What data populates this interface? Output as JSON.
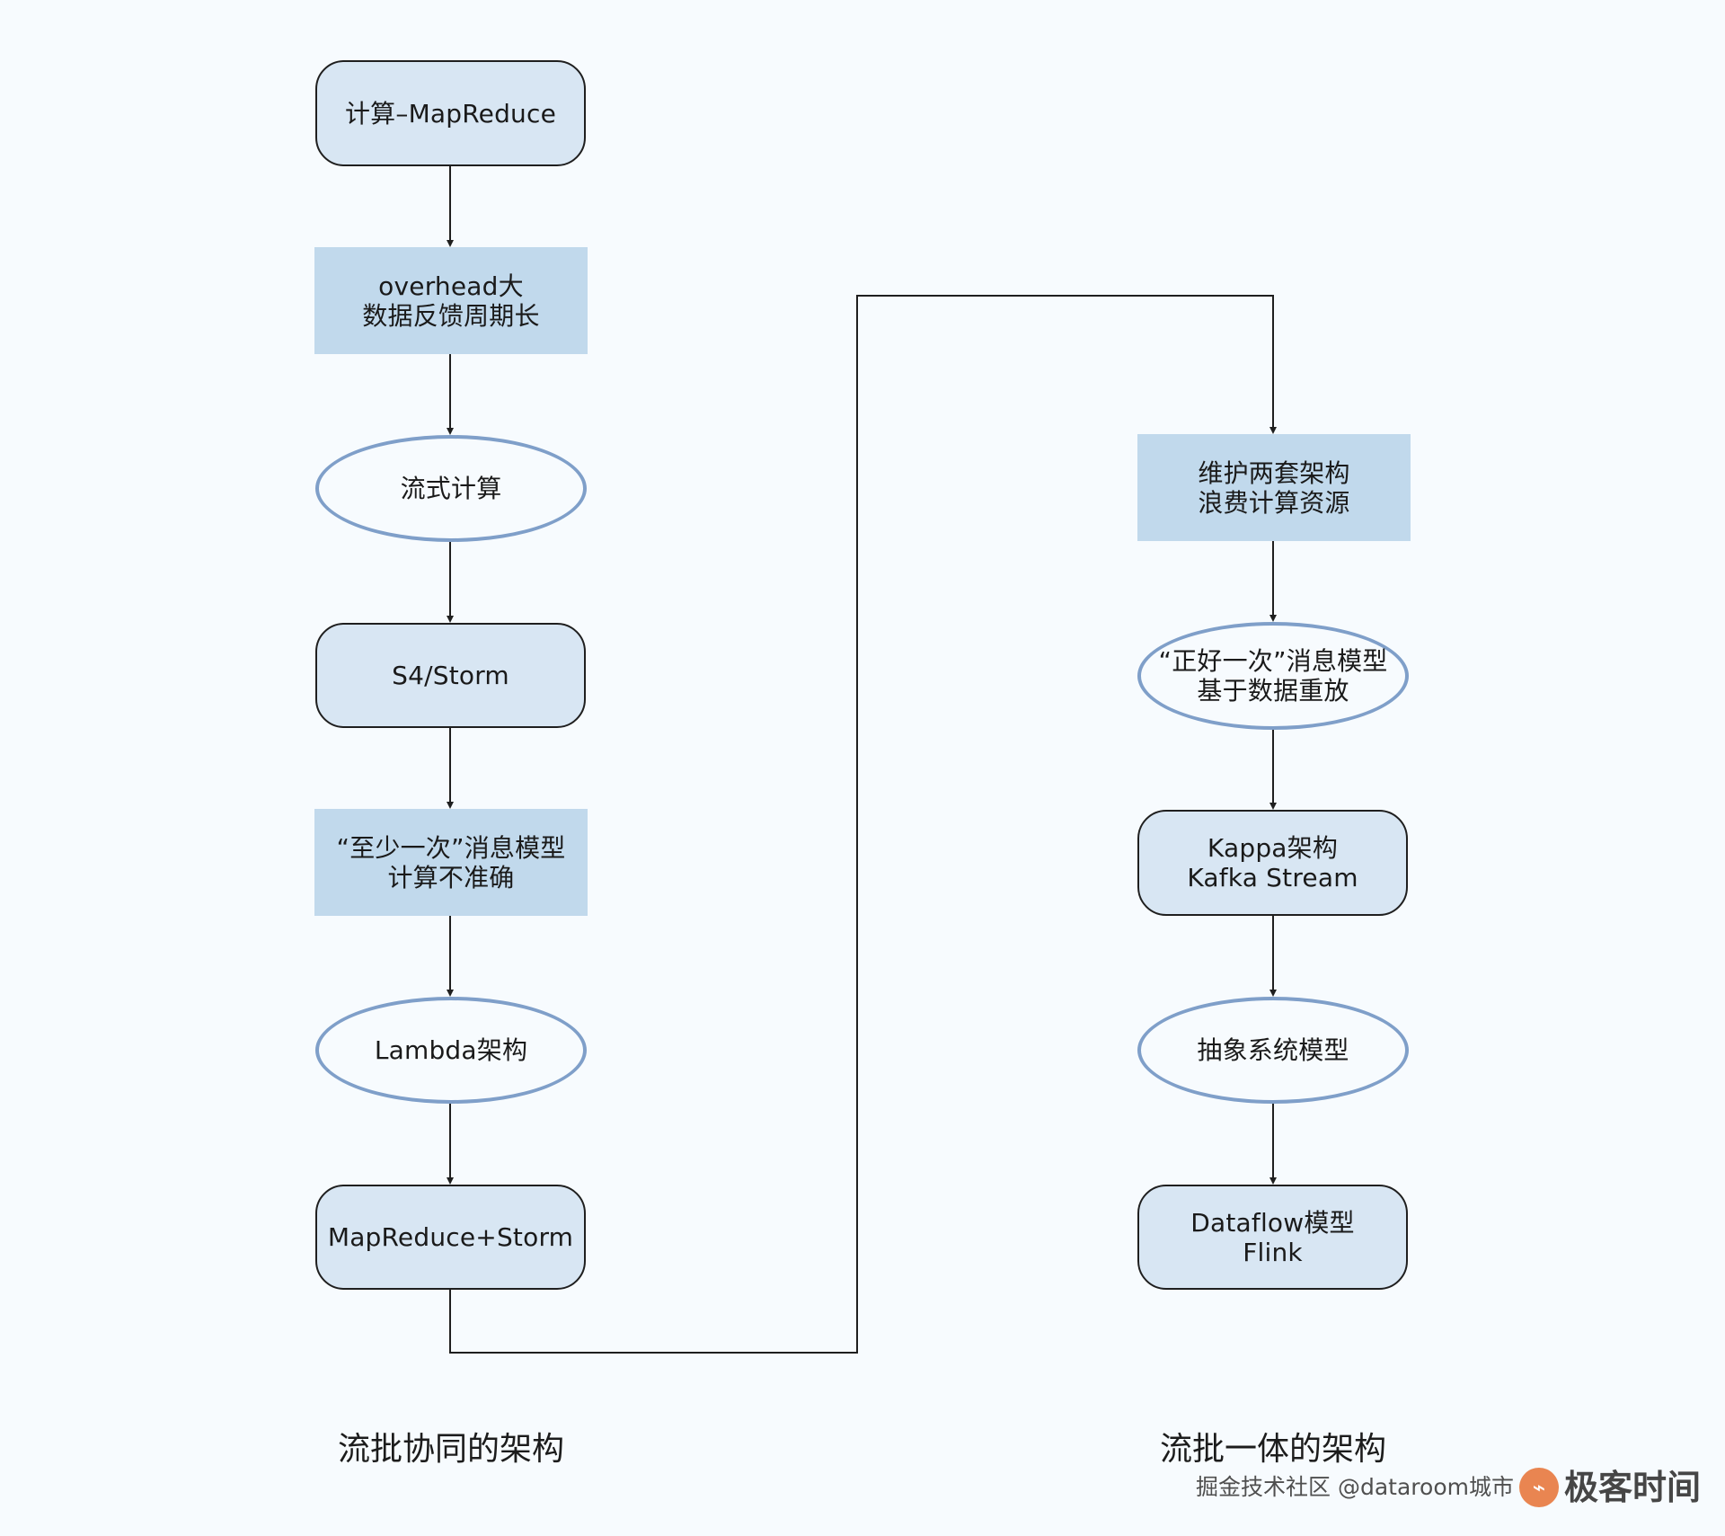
{
  "diagram": {
    "left_column": {
      "caption": "流批协同的架构",
      "nodes": [
        {
          "lines": [
            "计算–MapReduce"
          ]
        },
        {
          "lines": [
            "overhead大",
            "数据反馈周期长"
          ]
        },
        {
          "lines": [
            "流式计算"
          ]
        },
        {
          "lines": [
            "S4/Storm"
          ]
        },
        {
          "lines": [
            "“至少一次”消息模型",
            "计算不准确"
          ]
        },
        {
          "lines": [
            "Lambda架构"
          ]
        },
        {
          "lines": [
            "MapReduce+Storm"
          ]
        }
      ]
    },
    "right_column": {
      "caption": "流批一体的架构",
      "nodes": [
        {
          "lines": [
            "维护两套架构",
            "浪费计算资源"
          ]
        },
        {
          "lines": [
            "“正好一次”消息模型",
            "基于数据重放"
          ]
        },
        {
          "lines": [
            "Kappa架构",
            "Kafka Stream"
          ]
        },
        {
          "lines": [
            "抽象系统模型"
          ]
        },
        {
          "lines": [
            "Dataflow模型",
            "Flink"
          ]
        }
      ]
    },
    "colors": {
      "rounded_fill": "#d8e6f3",
      "rect_fill": "#c1d9ec",
      "ellipse_stroke": "#7f9fc9",
      "background": "#f7fbfe",
      "connector": "#1f1f1f"
    }
  },
  "watermark": {
    "text": "掘金技术社区 @dataroom城市",
    "logo": "极客时间"
  }
}
